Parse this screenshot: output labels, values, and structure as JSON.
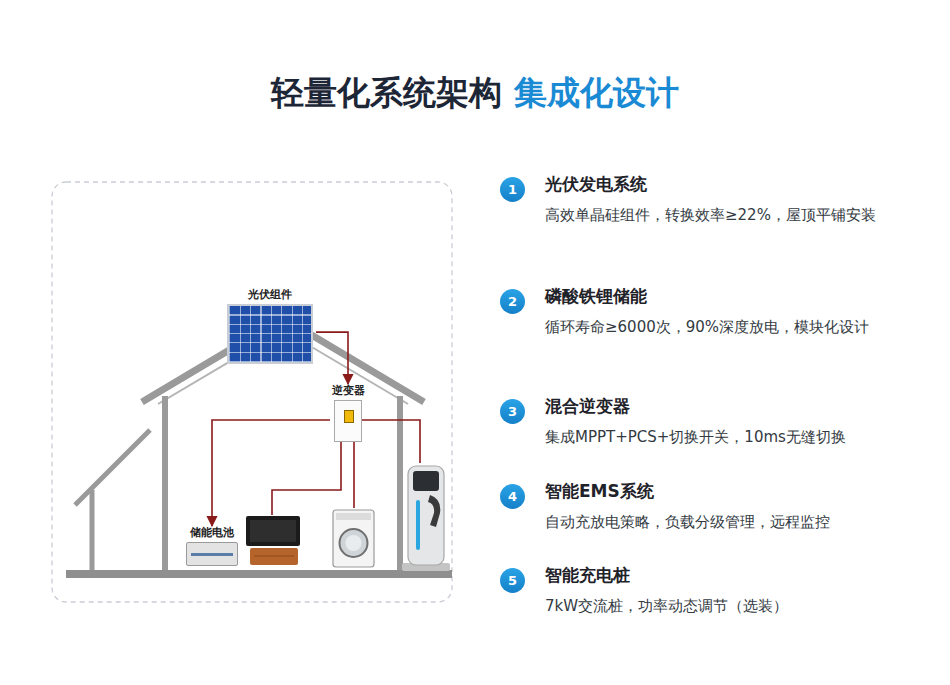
{
  "diagram": {
    "title": "轻量化系统架构",
    "nodes": [
      {
        "text": [
          "光伏组件"
        ]
      },
      {
        "text": [
          "逆变器"
        ]
      },
      {
        "text": [
          "储能电池"
        ]
      },
      {
        "text": [
          "1",
          "光伏发电系统",
          "高效单晶硅组件，转换效率≥22%，屋顶平铺安装"
        ]
      },
      {
        "text": [
          "2",
          "磷酸铁锂储能",
          "循环寿命≥6000次，90%深度放电，模块化设计"
        ]
      },
      {
        "text": [
          "3",
          "混合逆变器",
          "集成MPPT+PCS+切换开关，10ms无缝切换"
        ]
      },
      {
        "text": [
          "4",
          "智能EMS系统",
          "自动充放电策略，负载分级管理，远程监控"
        ]
      },
      {
        "text": [
          "5",
          "智能充电桩",
          "7kW交流桩，功率动态调节（选装）"
        ]
      }
    ],
    "edges": [
      {
        "from": 0,
        "to": 1,
        "arrow": "to"
      },
      {
        "from": 1,
        "to": 2,
        "arrow": "to"
      }
    ],
    "labels": [
      "集成化设计"
    ]
  }
}
